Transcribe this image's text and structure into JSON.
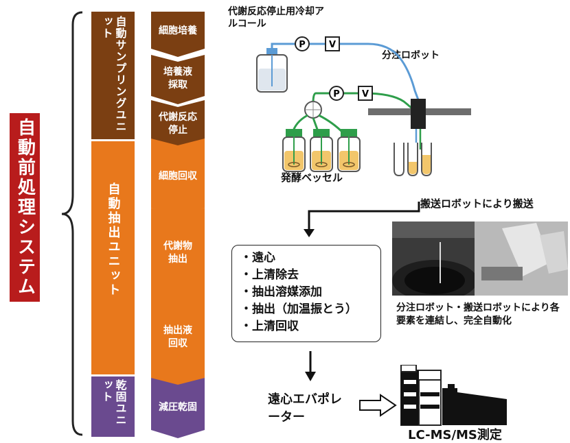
{
  "system_label": "自動前処理システム",
  "units": [
    {
      "label": "自動サンプリングユニット",
      "color": "#7b3f12"
    },
    {
      "label": "自動抽出ユニット",
      "color": "#e8781c"
    },
    {
      "label": "乾固ユニット",
      "color": "#6a4a8f"
    }
  ],
  "steps": [
    {
      "label": "細胞培養"
    },
    {
      "label": "培養液採取"
    },
    {
      "label": "代謝反応停止"
    },
    {
      "label": "細胞回収"
    },
    {
      "label": "代謝物抽出"
    },
    {
      "label": "抽出液回収"
    },
    {
      "label": "減圧乾固"
    }
  ],
  "apparatus": {
    "cold_alcohol_label": "代謝反応停止用冷却アルコール",
    "pipetting_robot_label": "分注ロボット",
    "fermentation_vessels_label": "発酵ベッセル",
    "transfer_label": "搬送ロボットにより搬送",
    "pump_glyph": "P",
    "valve_glyph": "V"
  },
  "process_box": {
    "items": [
      "・遠心",
      "・上清除去",
      "・抽出溶媒添加",
      "・抽出（加温振とう）",
      "・上清回収"
    ]
  },
  "photo_caption": "分注ロボット・搬送ロボットにより各要素を連結し、完全自動化",
  "evaporator_label": "遠心エバポレーター",
  "lcms_label": "LC-MS/MS測定",
  "colors": {
    "system_red": "#b81c1c",
    "brown": "#7b3f12",
    "orange": "#e8781c",
    "purple": "#6a4a8f",
    "tube_blue": "#5b9bd5",
    "tube_green": "#2e9e4a",
    "liquid": "#f2c66b"
  }
}
